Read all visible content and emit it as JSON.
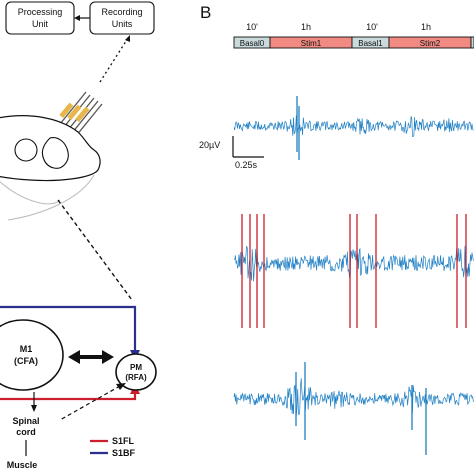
{
  "panel_b_letter": "B",
  "top_boxes": {
    "processing": [
      "Processing",
      "Unit"
    ],
    "recording": [
      "Recording",
      "Units"
    ]
  },
  "timeline": {
    "durations": [
      "10'",
      "1h",
      "10'",
      "1h"
    ],
    "segments": [
      {
        "label": "Basal0",
        "color": "#c9d9dc",
        "kind": "basal"
      },
      {
        "label": "Stim1",
        "color": "#f08a83",
        "kind": "stim"
      },
      {
        "label": "Basal1",
        "color": "#c9d9dc",
        "kind": "basal"
      },
      {
        "label": "Stim2",
        "color": "#f08a83",
        "kind": "stim"
      },
      {
        "label": "",
        "color": "#c9d9dc",
        "kind": "basal"
      }
    ]
  },
  "scalebar": {
    "amplitude": "20µV",
    "time": "0.25s"
  },
  "areas": {
    "m1": [
      "M1",
      "(CFA)"
    ],
    "pm": [
      "PM",
      "(RFA)"
    ]
  },
  "pathway": [
    "Spinal",
    "cord",
    "Muscle"
  ],
  "legend": [
    {
      "label": "S1FL",
      "color": "#cc1f2d"
    },
    {
      "label": "S1BF",
      "color": "#2b2f8f"
    }
  ],
  "colors": {
    "trace": "#1f7fc4",
    "stim_marker": "#c81e2b",
    "path_s1fl": "#cc1f2d",
    "path_s1bf": "#2b2f8f",
    "electrode": "#e8b64a"
  }
}
